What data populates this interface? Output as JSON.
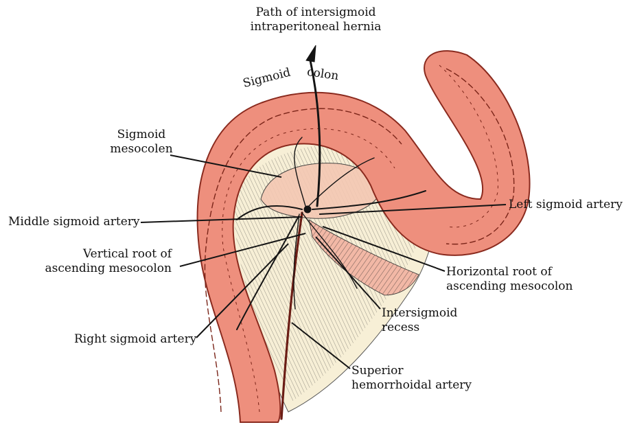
{
  "colors": {
    "colon": "#ee8f7d",
    "colon_edge": "#8a2a1e",
    "mesentery": "#f7efd6",
    "ink": "#141414",
    "background": "#ffffff"
  },
  "labels": {
    "path_line1": "Path of intersigmoid",
    "path_line2": "intraperitoneal hernia",
    "sigmoid_word": "Sigmoid",
    "colon_word": "colon",
    "mesocolon_line1": "Sigmoid",
    "mesocolon_line2": "mesocolen",
    "middle_sigmoid_artery": "Middle sigmoid artery",
    "vertical_root_line1": "Vertical root of",
    "vertical_root_line2": "ascending mesocolon",
    "right_sigmoid_artery": "Right sigmoid artery",
    "left_sigmoid_artery": "Left sigmoid artery",
    "horizontal_root_line1": "Horizontal root of",
    "horizontal_root_line2": "ascending mesocolon",
    "intersigmoid_recess_line1": "Intersigmoid",
    "intersigmoid_recess_line2": "recess",
    "superior_hemorrhoidal_line1": "Superior",
    "superior_hemorrhoidal_line2": "hemorrhoidal artery"
  }
}
